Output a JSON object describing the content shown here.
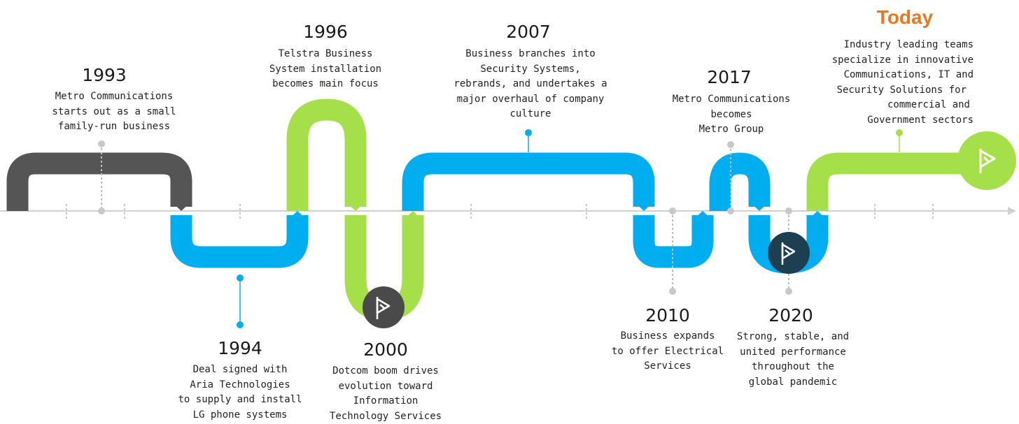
{
  "colors": {
    "dark": "#555555",
    "blue": "#00adef",
    "green": "#a5e04a",
    "axis": "#d0d0d0",
    "marker": "#c8c8c8",
    "today": "#e87722",
    "flag_dark": "#4a4a4a",
    "flag_navy": "#1d3f52",
    "flag_green": "#a5e04a"
  },
  "milestones": [
    {
      "year": "1993",
      "lines": [
        "Metro Communications",
        "starts out as a small",
        "family-run business"
      ]
    },
    {
      "year": "1994",
      "lines": [
        "Deal signed with",
        "Aria Technologies",
        "to supply and install",
        "LG phone systems"
      ]
    },
    {
      "year": "1996",
      "lines": [
        "Telstra Business",
        "System installation",
        "becomes main focus"
      ]
    },
    {
      "year": "2000",
      "lines": [
        "Dotcom boom drives",
        "evolution toward",
        "Information",
        "Technology Services"
      ]
    },
    {
      "year": "2007",
      "lines": [
        "Business branches into",
        "Security Systems,",
        "rebrands, and undertakes a",
        "major overhaul of company",
        "culture"
      ]
    },
    {
      "year": "2010",
      "lines": [
        "Business expands",
        "to offer Electrical",
        "Services"
      ]
    },
    {
      "year": "2017",
      "lines": [
        "Metro Communications",
        "becomes",
        "Metro Group"
      ]
    },
    {
      "year": "2020",
      "lines": [
        "Strong, stable, and",
        "united performance",
        "throughout the",
        "global pandemic"
      ]
    }
  ],
  "today": {
    "title": "Today",
    "lines": [
      "Industry leading teams",
      "specialize in innovative",
      "Communications, IT and",
      "Security Solutions for",
      "commercial and",
      "Government sectors"
    ]
  },
  "flag_icons": [
    "flag-icon",
    "flag-icon",
    "flag-icon"
  ]
}
